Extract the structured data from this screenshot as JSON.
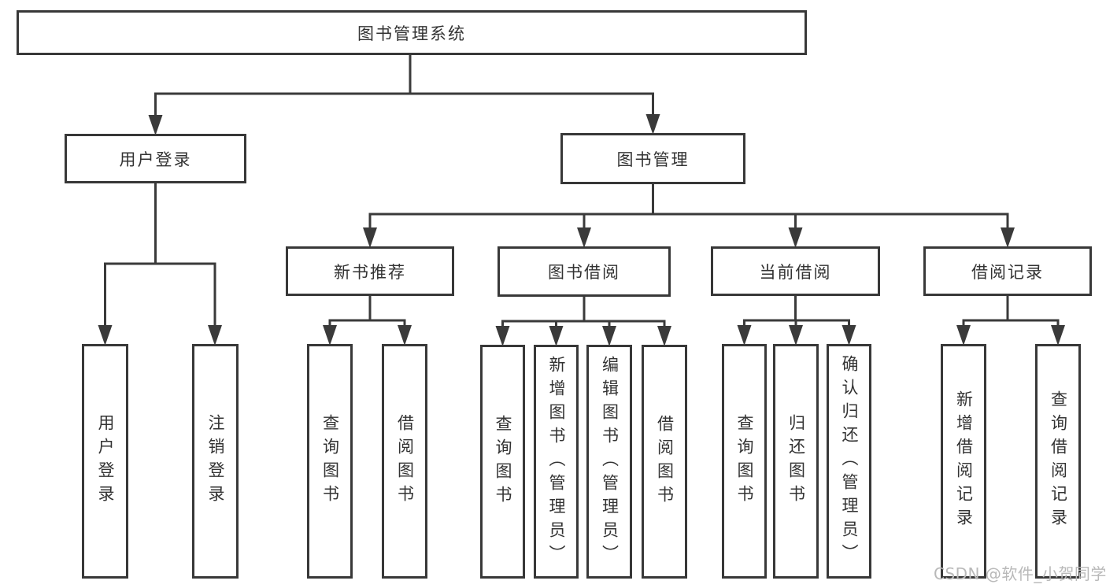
{
  "diagram": {
    "title": "图书管理系统",
    "nodes": {
      "root": "图书管理系统",
      "user_login": "用户登录",
      "book_mgmt": "图书管理",
      "new_book_rec": "新书推荐",
      "book_borrow": "图书借阅",
      "current_borrow": "当前借阅",
      "borrow_records": "借阅记录",
      "leaf_user_login": "用户登录",
      "leaf_logout": "注销登录",
      "nbr_query_books": "查询图书",
      "nbr_borrow_books": "借阅图书",
      "bb_query_books": "查询图书",
      "bb_add_books": "新增图书（管理员）",
      "bb_edit_books": "编辑图书（管理员）",
      "bb_borrow_books": "借阅图书",
      "cb_query_books": "查询图书",
      "cb_return_books": "归还图书",
      "cb_confirm_return": "确认归还（管理员）",
      "br_add_record": "新增借阅记录",
      "br_query_record": "查询借阅记录"
    },
    "watermark": {
      "text": "CSDN @软件_小贺同学"
    },
    "colors": {
      "line": "#3a3a3a",
      "border": "#383838",
      "text": "#333333",
      "watermark": "#b9b9b9",
      "background": "#ffffff"
    }
  }
}
